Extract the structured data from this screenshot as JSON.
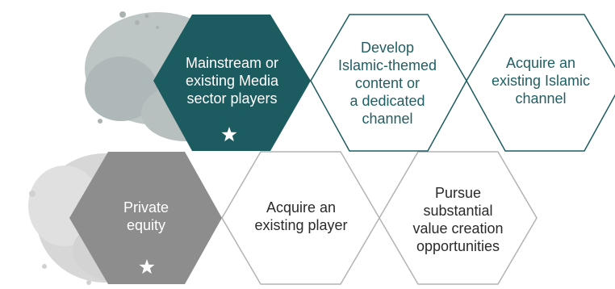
{
  "colors": {
    "teal": "#1c5c60",
    "teal_text": "#1f5f63",
    "grey": "#8d8d8d",
    "grey_line": "#b3b3b3",
    "splash": "#7c8b8b",
    "star": "#ffffff"
  },
  "rows": [
    {
      "category": "Mainstream or\nexisting Media\nsector players",
      "icon": "star-icon",
      "options": [
        "Develop\nIslamic-themed\ncontent or\na dedicated\nchannel",
        "Acquire an\nexisting Islamic\nchannel"
      ]
    },
    {
      "category": "Private\nequity",
      "icon": "star-icon",
      "options": [
        "Acquire an\nexisting player",
        "Pursue\nsubstantial\nvalue creation\nopportunities"
      ]
    }
  ]
}
